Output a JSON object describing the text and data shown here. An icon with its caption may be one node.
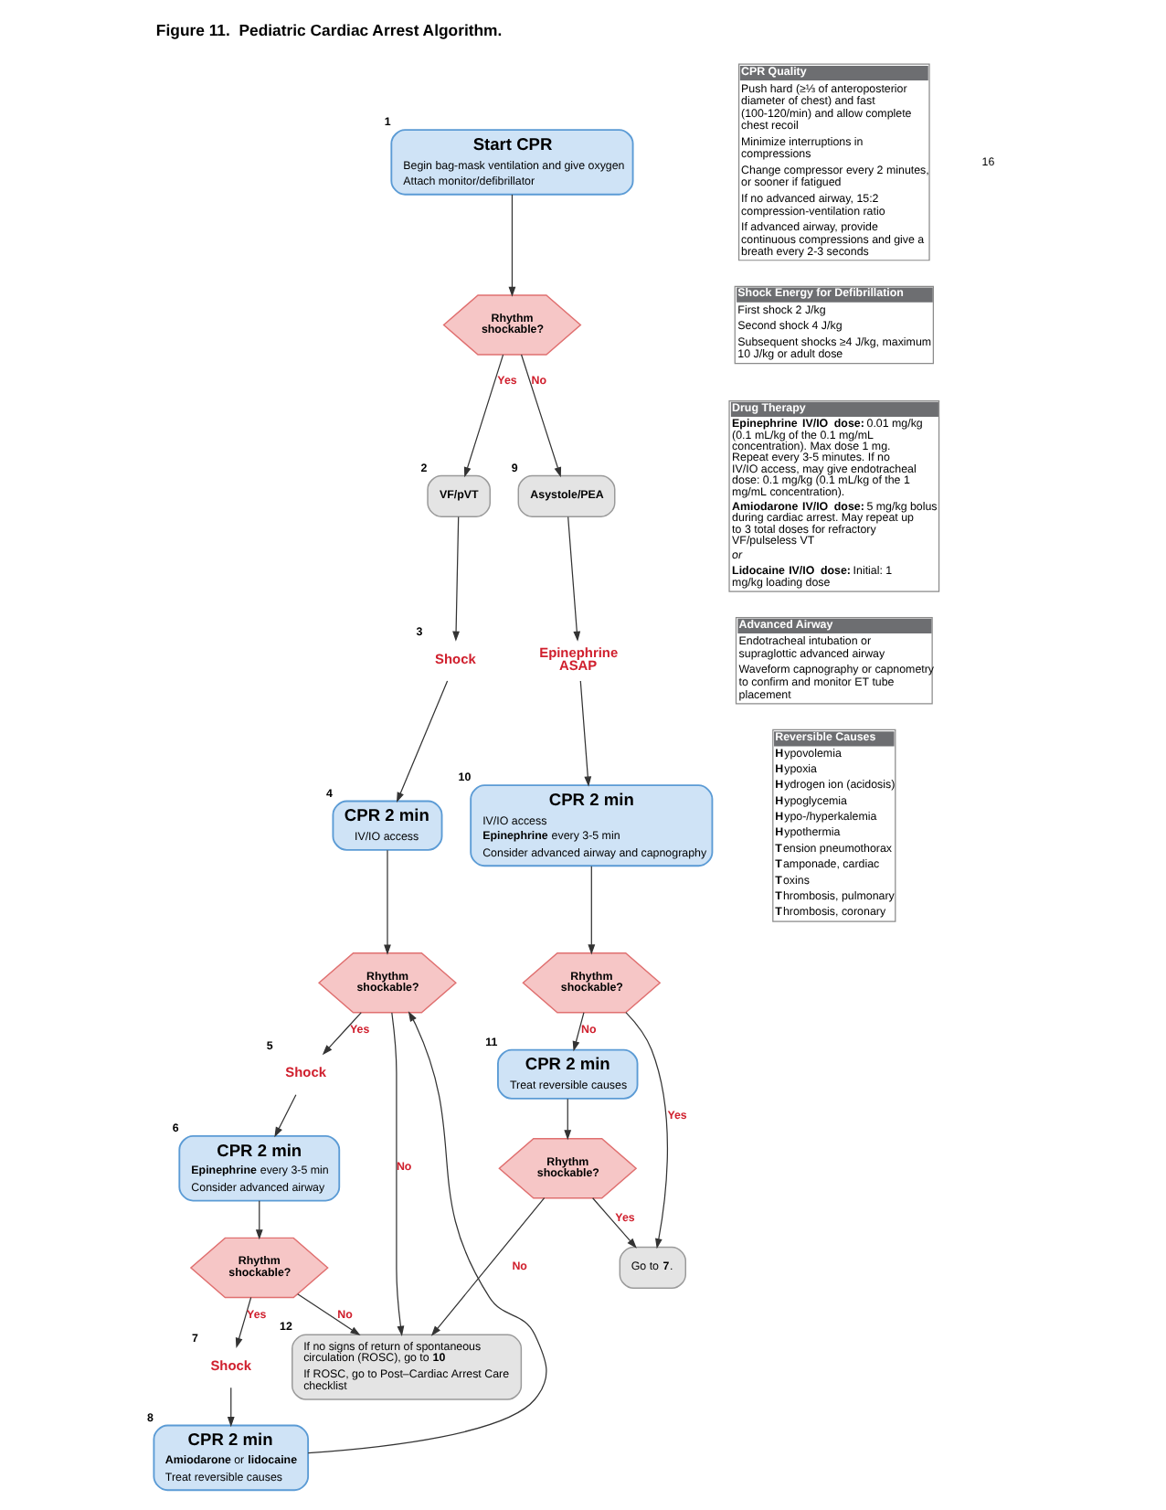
{
  "diagram": {
    "title": "Figure 11.  Pediatric Cardiac Arrest Algorithm.",
    "nodes": [
      {
        "text": [
          "Start CPR",
          "Begin bag-mask ventilation and give oxygen",
          "Attach monitor/defibrillator"
        ],
        "beside": [
          "1"
        ]
      },
      {
        "text": [
          "Rhythm shockable?"
        ]
      },
      {
        "text": [
          "VF/pVT"
        ],
        "beside": [
          "2"
        ]
      },
      {
        "text": [
          "Asystole/PEA"
        ],
        "beside": [
          "9"
        ]
      },
      {
        "text": [
          "Shock"
        ],
        "beside": [
          "3"
        ]
      },
      {
        "text": [
          "Epinephrine ASAP"
        ]
      },
      {
        "text": [
          "CPR 2 min",
          "IV/IO access"
        ],
        "beside": [
          "4"
        ]
      },
      {
        "text": [
          "CPR 2 min",
          "IV/IO access",
          "**Epinephrine** every 3-5 min",
          "Consider advanced airway and capnography"
        ],
        "beside": [
          "10"
        ]
      },
      {
        "text": [
          "Rhythm shockable?"
        ]
      },
      {
        "text": [
          "Rhythm shockable?"
        ]
      },
      {
        "text": [
          "Shock"
        ],
        "beside": [
          "5"
        ]
      },
      {
        "text": [
          "CPR 2 min",
          "**Epinephrine** every 3-5 min",
          "Consider advanced airway"
        ],
        "beside": [
          "6"
        ]
      },
      {
        "text": [
          "CPR 2 min",
          "Treat reversible causes"
        ],
        "beside": [
          "11"
        ]
      },
      {
        "text": [
          "Rhythm shockable?"
        ]
      },
      {
        "text": [
          "Rhythm shockable?"
        ]
      },
      {
        "text": [
          "Shock"
        ],
        "beside": [
          "7"
        ]
      },
      {
        "text": [
          "CPR 2 min",
          "**Amiodarone** or **lidocaine**",
          "Treat reversible causes"
        ],
        "beside": [
          "8"
        ]
      },
      {
        "text": [
          "If no signs of return of spontaneous circulation (ROSC), go to **10**",
          "If ROSC, go to Post–Cardiac Arrest Care checklist"
        ],
        "beside": [
          "12"
        ]
      },
      {
        "text": [
          "Go to **7**."
        ]
      },
      {
        "text": [
          "CPR Quality",
          "Push hard (≥⅓ of anteroposterior diameter of chest) and fast (100-120/min) and allow complete chest recoil",
          "Minimize interruptions in compressions",
          "Change compressor every 2 minutes, or sooner if fatigued",
          "If no advanced airway, 15:2 compression-ventilation ratio",
          "If advanced airway, provide continuous compressions and give a breath every 2-3 seconds"
        ]
      },
      {
        "text": [
          "Shock Energy for Defibrillation",
          "First shock 2 J/kg",
          "Second shock 4 J/kg",
          "Subsequent shocks ≥4 J/kg, maximum 10 J/kg or adult dose"
        ]
      },
      {
        "text": [
          "Drug Therapy",
          "**Epinephrine IV/IO dose:** 0.01 mg/kg (0.1 mL/kg of the 0.1 mg/mL concentration). Max dose 1 mg. Repeat every 3-5 minutes. If no IV/IO access, may give endotracheal dose: 0.1 mg/kg (0.1 mL/kg of the 1 mg/mL concentration).",
          "**Amiodarone IV/IO dose:** 5 mg/kg bolus during cardiac arrest. May repeat up to 3 total doses for refractory VF/pulseless VT",
          "*or*",
          "**Lidocaine IV/IO dose:** Initial: 1 mg/kg loading dose"
        ]
      },
      {
        "text": [
          "Advanced Airway",
          "Endotracheal intubation or supraglottic advanced airway",
          "Waveform capnography or capnometry to confirm and monitor ET tube placement"
        ]
      },
      {
        "text": [
          "Reversible Causes",
          "**H**ypovolemia",
          "**H**ypoxia",
          "**H**ydrogen ion (acidosis)",
          "**H**ypoglycemia",
          "**H**ypo-/hyperkalemia",
          "**H**ypothermia",
          "**T**ension pneumothorax",
          "**T**amponade, cardiac",
          "**T**oxins",
          "**T**hrombosis, pulmonary",
          "**T**hrombosis, coronary"
        ]
      }
    ],
    "edges": [
      {
        "from": 0,
        "to": 1,
        "arrow": "to"
      },
      {
        "from": 1,
        "to": 2,
        "arrow": "to",
        "label": "Yes"
      },
      {
        "from": 1,
        "to": 3,
        "arrow": "to",
        "label": "No"
      },
      {
        "from": 2,
        "to": 4,
        "arrow": "to"
      },
      {
        "from": 4,
        "to": 6,
        "arrow": "to"
      },
      {
        "from": 3,
        "to": 5,
        "arrow": "to"
      },
      {
        "from": 5,
        "to": 7,
        "arrow": "to"
      },
      {
        "from": 6,
        "to": 8,
        "arrow": "to"
      },
      {
        "from": 8,
        "to": 10,
        "arrow": "to",
        "label": "Yes"
      },
      {
        "from": 10,
        "to": 11,
        "arrow": "to"
      },
      {
        "from": 11,
        "to": 13,
        "arrow": "to"
      },
      {
        "from": 13,
        "to": 15,
        "arrow": "to",
        "label": "Yes"
      },
      {
        "from": 15,
        "to": 16,
        "arrow": "to"
      },
      {
        "from": 16,
        "to": 8,
        "arrow": "to"
      },
      {
        "from": 8,
        "to": 17,
        "arrow": "to",
        "label": "No"
      },
      {
        "from": 13,
        "to": 17,
        "arrow": "to",
        "label": "No"
      },
      {
        "from": 7,
        "to": 9,
        "arrow": "to"
      },
      {
        "from": 9,
        "to": 12,
        "arrow": "to",
        "label": "No"
      },
      {
        "from": 9,
        "to": 18,
        "arrow": "to",
        "label": "Yes"
      },
      {
        "from": 12,
        "to": 14,
        "arrow": "to"
      },
      {
        "from": 14,
        "to": 17,
        "arrow": "to",
        "label": "No"
      },
      {
        "from": 14,
        "to": 18,
        "arrow": "to",
        "label": "Yes"
      }
    ],
    "labels": [
      "16"
    ]
  }
}
